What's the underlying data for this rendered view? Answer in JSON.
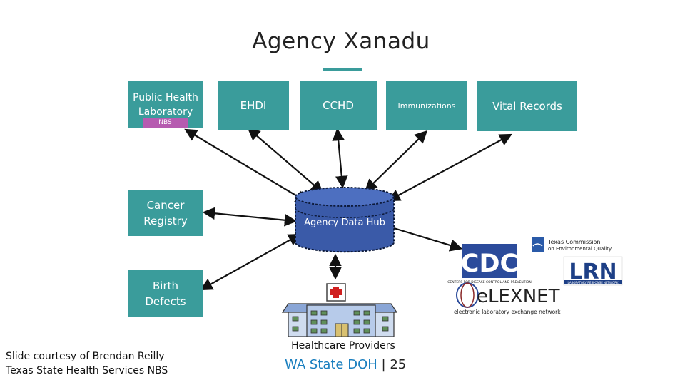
{
  "title": "Agency Xanadu",
  "nodes": {
    "public_health_lab": {
      "line1": "Public Health",
      "line2": "Laboratory"
    },
    "nbs_tag": "NBS",
    "ehdi": "EHDI",
    "cchd": "CCHD",
    "immunizations": "Immunizations",
    "vital_records": "Vital Records",
    "cancer_registry": {
      "line1": "Cancer",
      "line2": "Registry"
    },
    "birth_defects": {
      "line1": "Birth",
      "line2": "Defects"
    },
    "hub": "Agency Data Hub",
    "healthcare": "Healthcare Providers"
  },
  "logos": {
    "cdc": "CDC",
    "cdc_sub": "CENTERS FOR DISEASE CONTROL AND PREVENTION",
    "tceq_line1": "Texas Commission",
    "tceq_line2": "on Environmental Quality",
    "lrn": "LRN",
    "lrn_sub": "LABORATORY RESPONSE NETWORK",
    "elexnet": "eLEXNET",
    "elexnet_sub": "electronic laboratory exchange network"
  },
  "caption": {
    "line1": "Slide courtesy of Brendan Reilly",
    "line2": "Texas State Health Services NBS"
  },
  "footer": {
    "org": "WA State DOH",
    "separator": "|",
    "page": "25"
  },
  "colors": {
    "box": "#3a9c9b",
    "nbs": "#b65bb0",
    "hub": "#3a5aa8",
    "footer_text": "#1a7fbf"
  }
}
